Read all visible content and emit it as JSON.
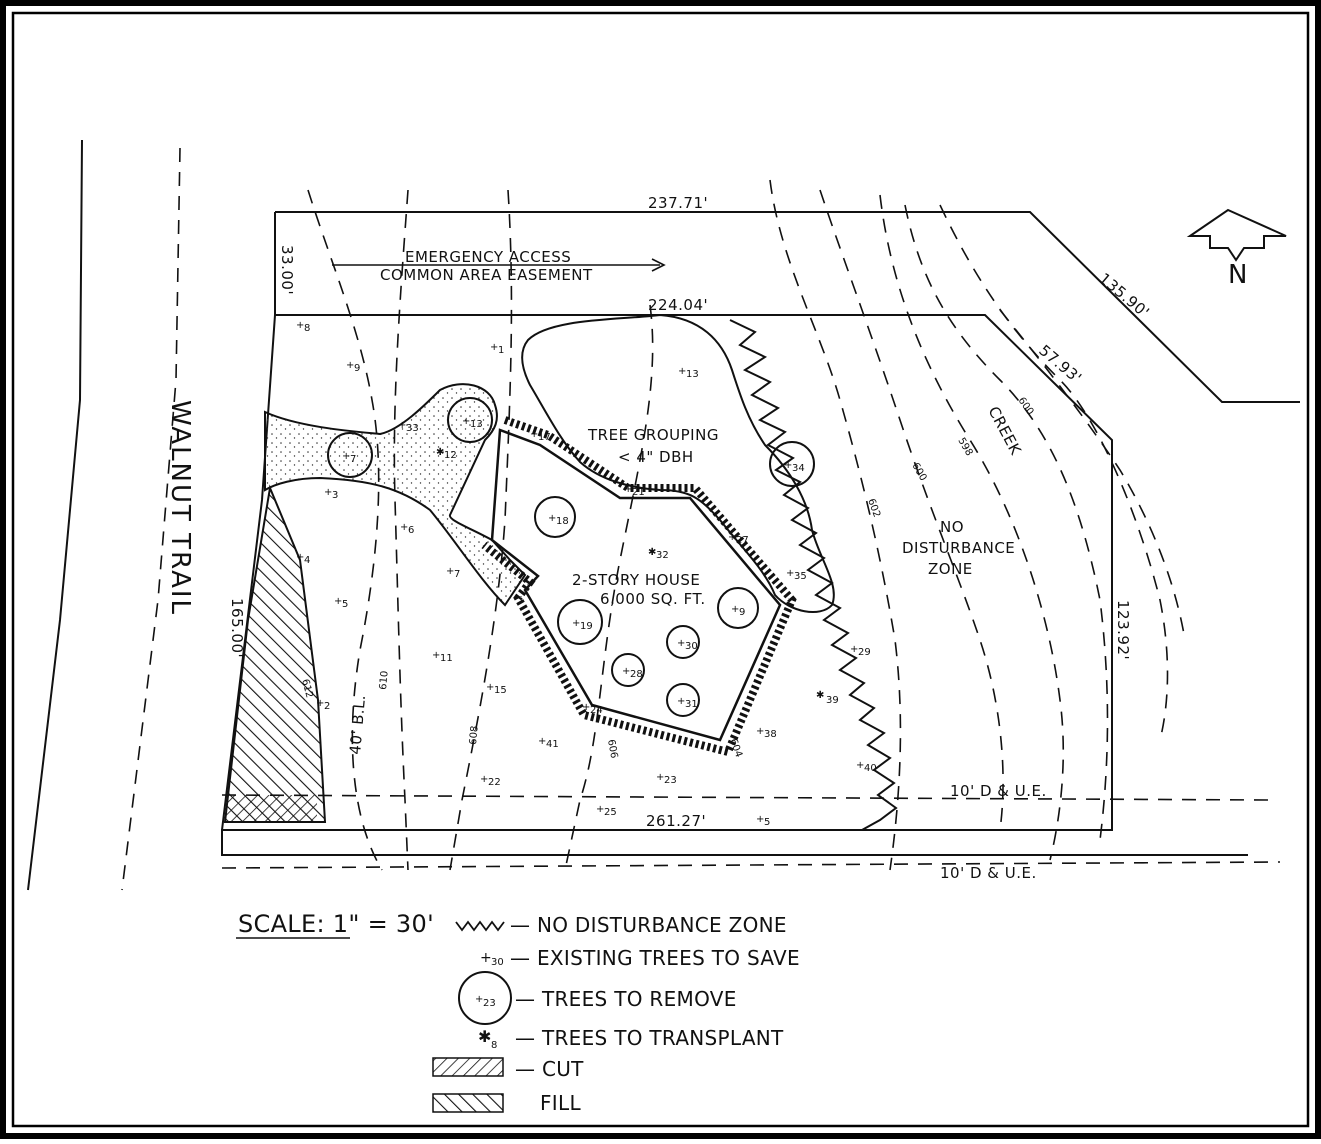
{
  "plan": {
    "labels": {
      "street": "WALNUT TRAIL",
      "easement_line1": "EMERGENCY ACCESS",
      "easement_line2": "COMMON AREA EASEMENT",
      "tree_grouping_line1": "TREE GROUPING",
      "tree_grouping_line2": "< 4\" DBH",
      "house_line1": "2-STORY HOUSE",
      "house_line2": "6,000 SQ. FT.",
      "no_disturbance_line1": "NO",
      "no_disturbance_line2": "DISTURBANCE",
      "no_disturbance_line3": "ZONE",
      "creek": "CREEK",
      "north": "N",
      "building_line": "40' B.L.",
      "due_upper": "10' D & U.E.",
      "due_lower": "10' D & U.E."
    },
    "dimensions": {
      "top": "237.71'",
      "inner_top": "224.04'",
      "diagonal": "135.90'",
      "right_upper": "57.93'",
      "right": "123.92'",
      "bottom": "261.27'",
      "left_upper": "33.00'",
      "left": "165.00'"
    },
    "contours": {
      "c600a": "600",
      "c598": "598",
      "c600b": "600",
      "c602": "602",
      "c604": "604",
      "c606": "606",
      "c608": "608",
      "c610": "610",
      "c612": "612"
    },
    "trees_save": [
      "8",
      "9",
      "1",
      "3",
      "4",
      "5",
      "6",
      "2",
      "7",
      "11",
      "15",
      "17",
      "13",
      "35",
      "27",
      "29",
      "38",
      "40",
      "41",
      "23",
      "25",
      "24",
      "22",
      "21",
      "33",
      "5"
    ],
    "trees_remove": [
      "7",
      "13",
      "18",
      "19",
      "28",
      "30",
      "31",
      "34",
      "9"
    ],
    "trees_transplant": [
      "12",
      "32",
      "39"
    ]
  },
  "legend": {
    "scale": "SCALE: 1\" = 30'",
    "no_disturbance": "— NO DISTURBANCE ZONE",
    "existing_save": "— EXISTING TREES TO SAVE",
    "remove": "— TREES TO REMOVE",
    "transplant": "— TREES TO TRANSPLANT",
    "cut": "— CUT",
    "fill": "FILL",
    "sample_save": "30",
    "sample_remove": "23",
    "sample_transplant": "8"
  }
}
